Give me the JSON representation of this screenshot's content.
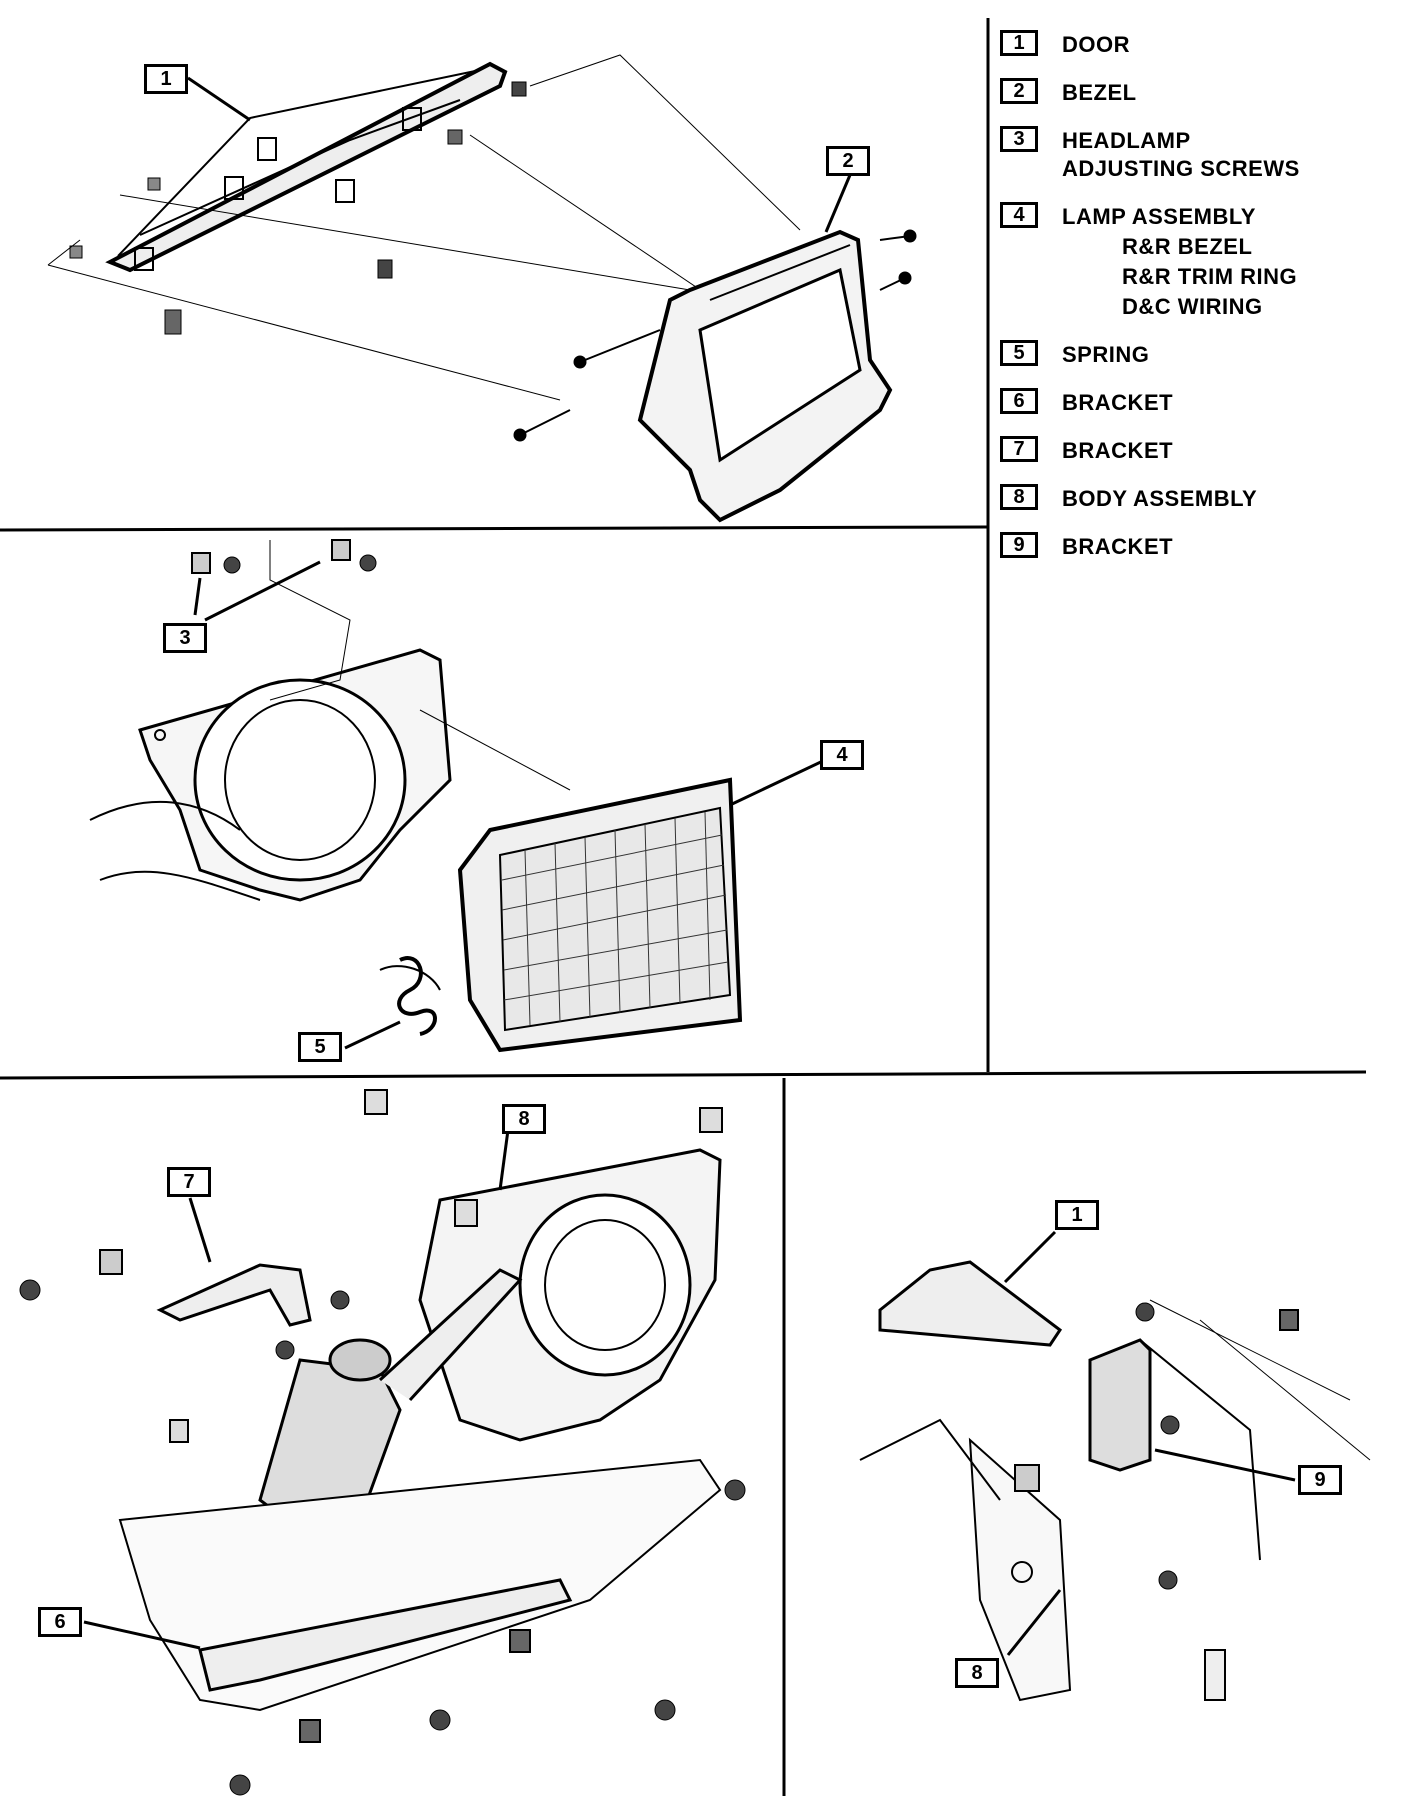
{
  "legend": {
    "items": [
      {
        "num": "1",
        "label": "DOOR"
      },
      {
        "num": "2",
        "label": "BEZEL"
      },
      {
        "num": "3",
        "label": "HEADLAMP",
        "sub": [
          "ADJUSTING SCREWS"
        ]
      },
      {
        "num": "4",
        "label": "LAMP ASSEMBLY",
        "sub": [
          "R&R BEZEL",
          "R&R TRIM RING",
          "D&C WIRING"
        ]
      },
      {
        "num": "5",
        "label": "SPRING"
      },
      {
        "num": "6",
        "label": "BRACKET"
      },
      {
        "num": "7",
        "label": "BRACKET"
      },
      {
        "num": "8",
        "label": "BODY ASSEMBLY"
      },
      {
        "num": "9",
        "label": "BRACKET"
      }
    ]
  },
  "callouts": {
    "door_top": "1",
    "bezel": "2",
    "adj_screws": "3",
    "lamp_assembly": "4",
    "spring": "5",
    "bracket_6": "6",
    "bracket_7": "7",
    "body_assembly_8": "8",
    "door_right": "1",
    "bracket_9": "9",
    "body_assembly_right": "8"
  }
}
